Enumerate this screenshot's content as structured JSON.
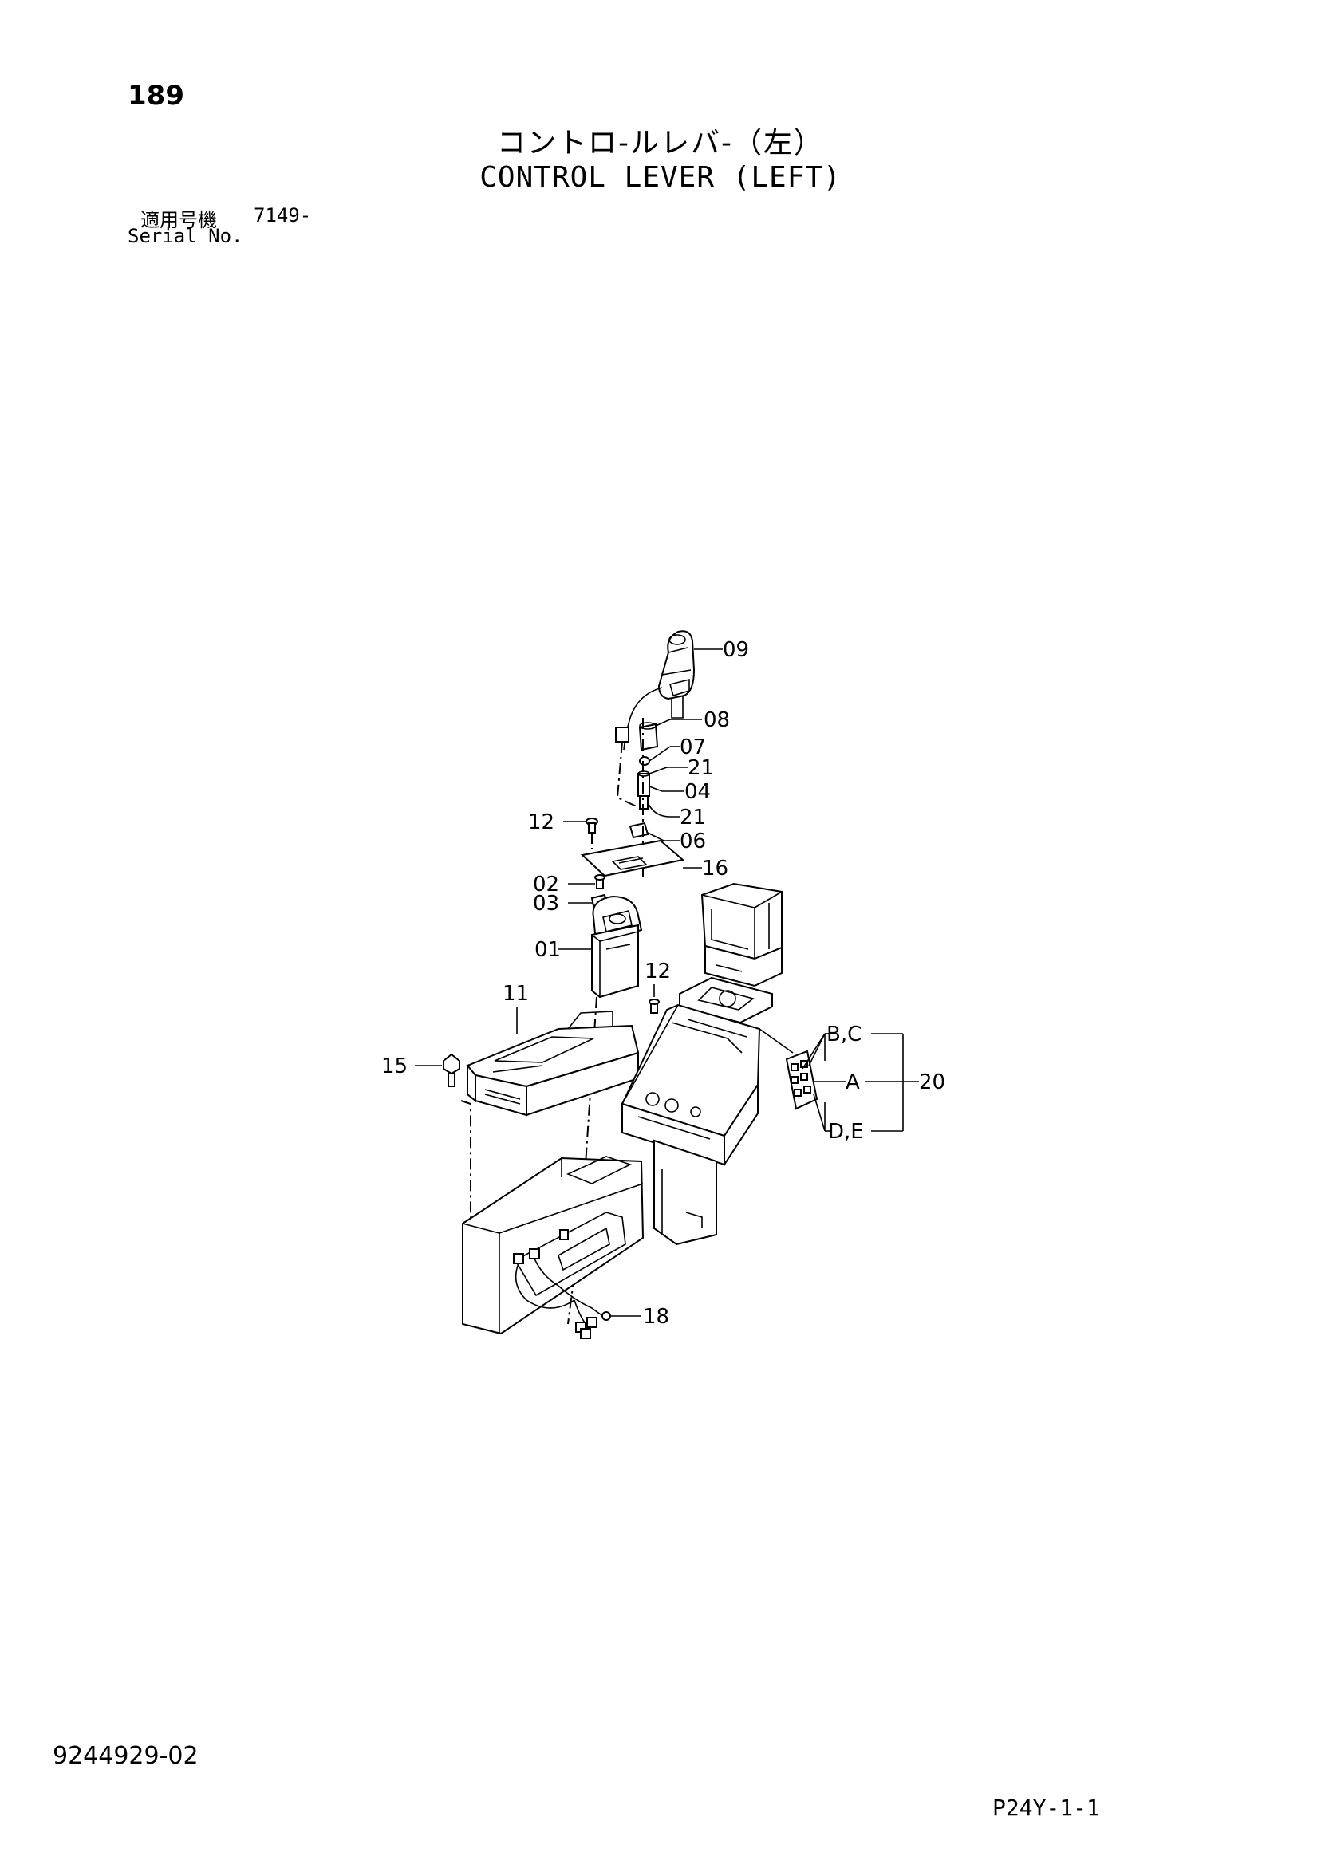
{
  "header": {
    "page_number": "189",
    "title_jp": "コントロ-ルレバ-（左）",
    "title_en": "CONTROL LEVER (LEFT)",
    "serial_label_jp": "適用号機",
    "serial_value": "7149-",
    "serial_label_en": "Serial No."
  },
  "callouts": {
    "c09": "09",
    "c08": "08",
    "c07": "07",
    "c21a": "21",
    "c04": "04",
    "c21b": "21",
    "c12a": "12",
    "c06": "06",
    "c16": "16",
    "c02": "02",
    "c03": "03",
    "c01": "01",
    "c12b": "12",
    "c11": "11",
    "c15": "15",
    "c20": "20",
    "cBC": "B,C",
    "cA": "A",
    "cDE": "D,E",
    "c18": "18"
  },
  "footer": {
    "doc_number": "9244929-02",
    "page_code": "P24Y-1-1"
  }
}
